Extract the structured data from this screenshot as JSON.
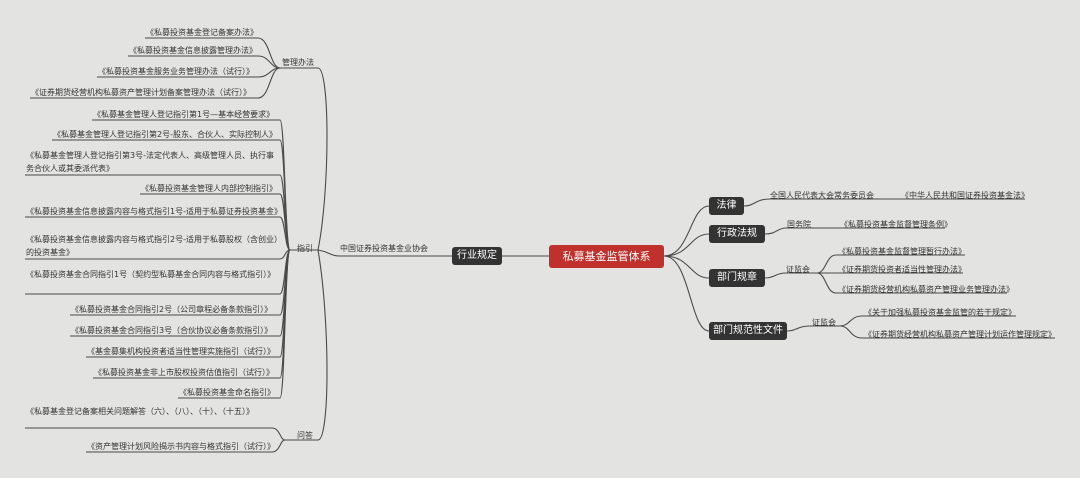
{
  "root": "私募基金监管体系",
  "right": {
    "branches": [
      {
        "label": "法律",
        "org": "全国人民代表大会常务委员会",
        "docs": [
          "《中华人民共和国证券投资基金法》"
        ]
      },
      {
        "label": "行政法规",
        "org": "国务院",
        "docs": [
          "《私募投资基金监督管理条例》"
        ]
      },
      {
        "label": "部门规章",
        "org": "证监会",
        "docs": [
          "《私募投资基金监督管理暂行办法》",
          "《证券期货投资者适当性管理办法》",
          "《证券期货经营机构私募资产管理业务管理办法》"
        ]
      },
      {
        "label": "部门规范性文件",
        "org": "证监会",
        "docs": [
          "《关于加强私募投资基金监管的若干规定》",
          "《证券期货经营机构私募资产管理计划运作管理规定》"
        ]
      }
    ]
  },
  "left": {
    "hub": "行业规定",
    "org": "中国证券投资基金业协会",
    "groups": [
      {
        "label": "管理办法",
        "docs": [
          "《私募投资基金登记备案办法》",
          "《私募投资基金信息披露管理办法》",
          "《私募投资基金服务业务管理办法（试行）》",
          "《证券期货经营机构私募资产管理计划备案管理办法（试行）》"
        ]
      },
      {
        "label": "指引",
        "docs": [
          "《私募基金管理人登记指引第1号—基本经营要求》",
          "《私募基金管理人登记指引第2号-股东、合伙人、实际控制人》",
          "《私募基金管理人登记指引第3号-法定代表人、高级管理人员、执行事务合伙人或其委派代表》",
          "《私募投资基金管理人内部控制指引》",
          "《私募投资基金信息披露内容与格式指引1号-适用于私募证券投资基金》",
          "《私募投资基金信息披露内容与格式指引2号-适用于私募股权（含创业）的投资基金》",
          "《私募投资基金合同指引1号（契约型私募基金合同内容与格式指引）》",
          "《私募投资基金合同指引2号（公司章程必备条款指引）》",
          "《私募投资基金合同指引3号（合伙协议必备条款指引）》",
          "《基金募集机构投资者适当性管理实施指引（试行）》",
          "《私募投资基金非上市股权投资估值指引（试行）》",
          "《私募投资基金命名指引》"
        ]
      },
      {
        "label": "问答",
        "docs": [
          "《私募基金登记备案相关问题解答（六）、（八）、（十）、（十五）》",
          "《资产管理计划风险揭示书内容与格式指引（试行）》"
        ]
      }
    ]
  }
}
